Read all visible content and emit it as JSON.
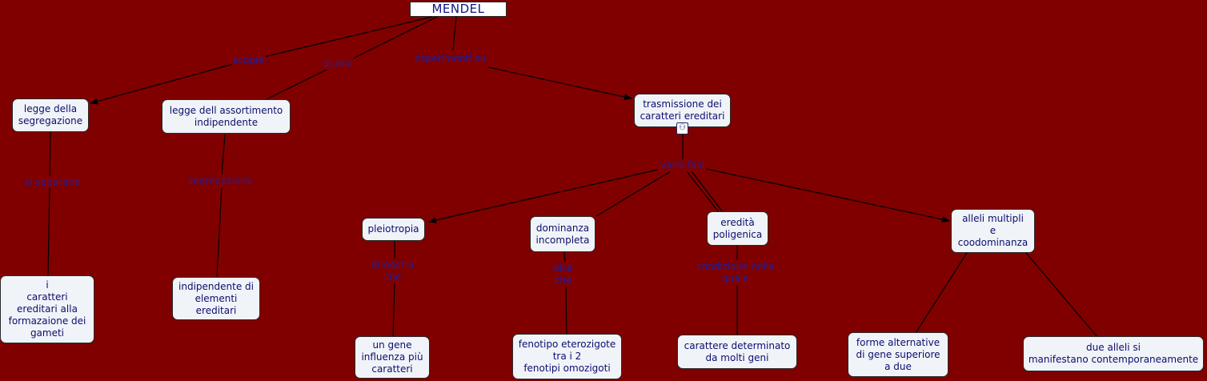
{
  "nodes": {
    "mendel": "MENDEL",
    "segregazione": "legge della\nsegregazione",
    "assortimento": "legge dell assortimento\nindipendente",
    "trasmissione": "trasmissione dei\ncaratteri ereditari",
    "caratteri_gameti": "i\ncaratteri\nereditari alla\nformazaione dei\ngameti",
    "indipendente": "indipendente di\nelementi\nereditari",
    "pleiotropia": "pleiotropia",
    "dominanza": "dominanza\nincompleta",
    "poligenica": "eredità\npoligenica",
    "alleli": "alleli multipli\ne\ncoodominanza",
    "gene_caratteri": "un gene\ninfluenza più\ncaratteri",
    "fenotipo": "fenotipo eterozigote\ntra i 2\nfenotipi omozigoti",
    "molti_geni": "carattere determinato\nda molti geni",
    "forme": "forme alternative\ndi  gene superiore\na due",
    "due_alleli": "due alleli si\nmanifestano contemporaneamente"
  },
  "links": {
    "scopre": "scopre",
    "studia": "studia",
    "esperimenti": "esperimenti su",
    "si_separano": "si separano",
    "segregazione": "segregazione",
    "varie_fasi": "varie fasi",
    "dimostra": "dimostra\nche",
    "dice": "dice\nche",
    "condizione": "condizione nella\nquale"
  },
  "icons": {
    "submap": "submap-icon"
  },
  "colors": {
    "background": "#800000",
    "node_fill": "#f0f4f8",
    "text": "#0d0d6e",
    "link_text": "#1f1f9e",
    "edge": "#000000"
  }
}
